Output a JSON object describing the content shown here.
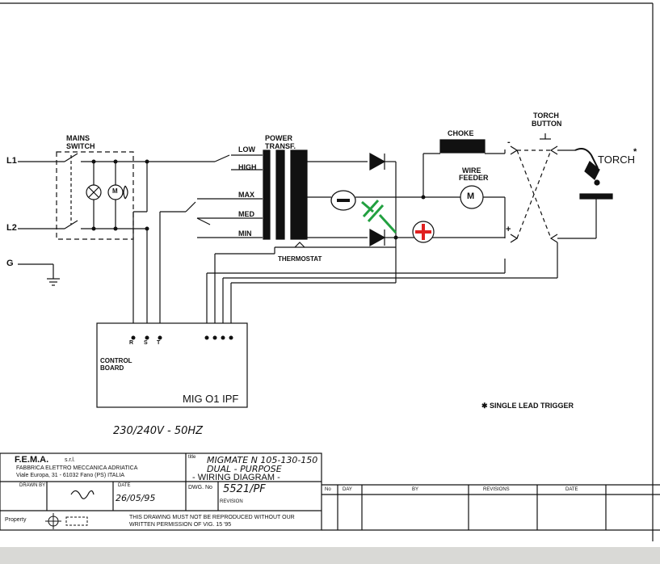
{
  "labels": {
    "l1": "L1",
    "l2": "L2",
    "g": "G",
    "mains_switch": [
      "MAINS",
      "SWITCH"
    ],
    "power_transf": [
      "POWER",
      "TRANSF."
    ],
    "taps": {
      "low": "LOW",
      "high": "HIGH",
      "max": "MAX",
      "med": "MED",
      "min": "MIN"
    },
    "choke": "CHOKE",
    "wire_feeder": [
      "WIRE",
      "FEEDER"
    ],
    "torch_button": [
      "TORCH",
      "BUTTON"
    ],
    "torch": "TORCH",
    "torch_star": "*",
    "thermostat": "THERMOSTAT",
    "control_board": [
      "CONTROL",
      "BOARD"
    ],
    "board_name": "MIG O1 IPF",
    "terminals": [
      "R",
      "S",
      "T"
    ],
    "single_lead_trigger": "✱ SINGLE LEAD TRIGGER",
    "voltage_note": "230/240V - 50HZ",
    "motor": "M",
    "plus": "+",
    "minus": "-"
  },
  "annotations": {
    "minus_color": "#111111",
    "plus_color": "#e02020",
    "capacitor_color": "#22a040"
  },
  "title_block": {
    "company": "F.E.M.A.",
    "company_suffix": "s.r.l.",
    "company_line2": "FABBRICA ELETTRO MECCANICA ADRIATICA",
    "company_line3": "Viale Europa, 31 - 61032 Fano (PS) ITALIA",
    "title_label": "title",
    "title_line1": "MIGMATE N 105-130-150",
    "title_line2": "DUAL - PURPOSE",
    "title_line3": "- WIRING DIAGRAM -",
    "drawn_label": "DRAWN BY",
    "date_label": "DATE",
    "date_value": "26/05/95",
    "dwg_label": "DWG. No",
    "dwg_value": "5521/PF",
    "revision_label": "REVISION",
    "rev_cols": [
      "No",
      "DAY",
      "BY",
      "REVISIONS",
      "DATE"
    ],
    "notice_line1": "THIS DRAWING MUST NOT BE REPRODUCED WITHOUT OUR",
    "notice_line2": "WRITTEN PERMISSION OF VIG. 15 '95",
    "property": "Property"
  }
}
